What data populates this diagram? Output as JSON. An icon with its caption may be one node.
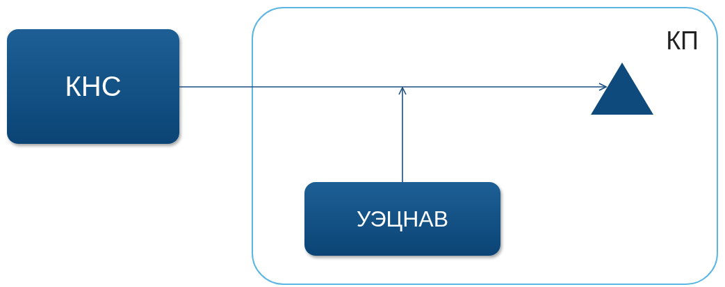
{
  "diagram": {
    "nodes": [
      {
        "text": [
          "КНС"
        ]
      },
      {
        "text": [
          "КП"
        ]
      },
      {
        "text": [],
        "shape": "triangle",
        "in": 1
      },
      {
        "text": [
          "УЭЦНАВ"
        ],
        "in": 1
      }
    ],
    "edges": [
      {
        "from": 0,
        "to": 2,
        "arrow": "to"
      },
      {
        "from": 3,
        "to": null,
        "arrow": "to"
      }
    ]
  }
}
